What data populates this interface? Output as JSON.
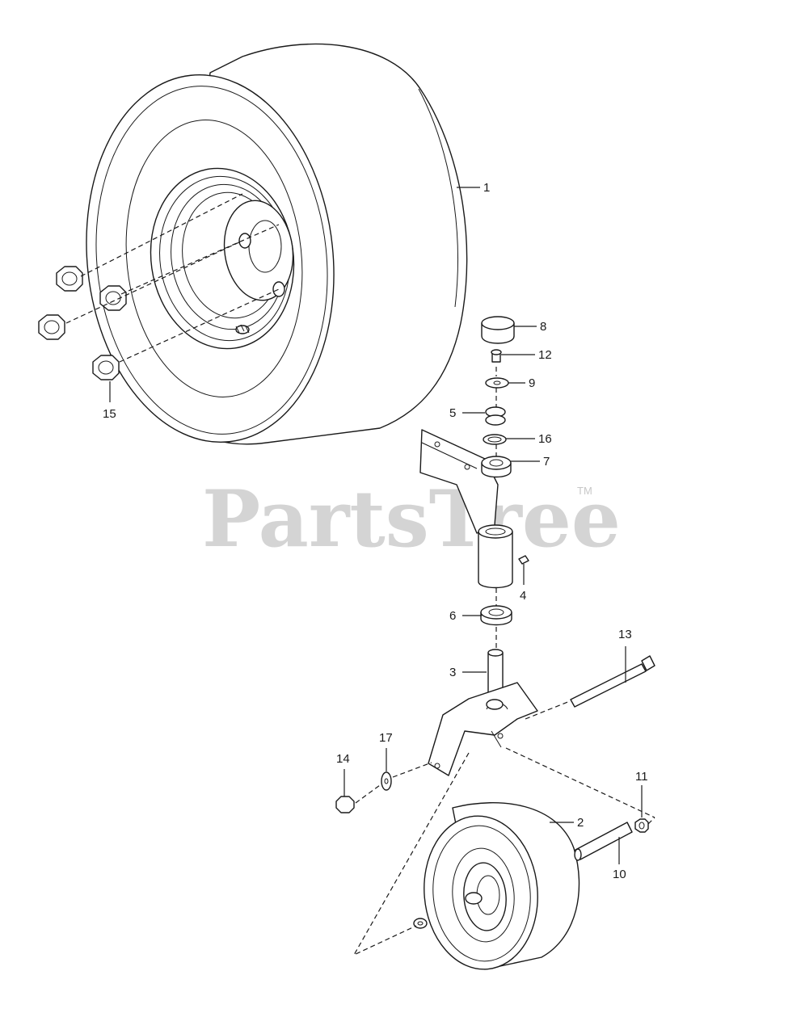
{
  "watermark": {
    "text": "PartsTree",
    "trademark": "TM",
    "color": "#d4d4d4"
  },
  "callouts": {
    "c1": "1",
    "c2": "2",
    "c3": "3",
    "c4": "4",
    "c5": "5",
    "c6": "6",
    "c7": "7",
    "c8": "8",
    "c9": "9",
    "c10": "10",
    "c11": "11",
    "c12": "12",
    "c13": "13",
    "c14": "14",
    "c15": "15",
    "c16": "16",
    "c17": "17"
  }
}
